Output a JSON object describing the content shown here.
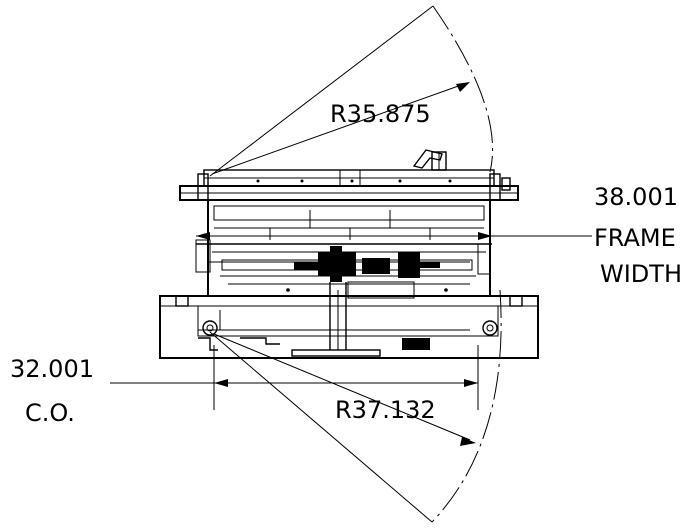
{
  "dimensions": {
    "radius_top": "R35.875",
    "radius_bottom": "R37.132",
    "frame_width_value": "38.001",
    "frame_width_line1": "FRAME",
    "frame_width_line2": "WIDTH",
    "cutout_value": "32.001",
    "cutout_label": "C.O."
  }
}
